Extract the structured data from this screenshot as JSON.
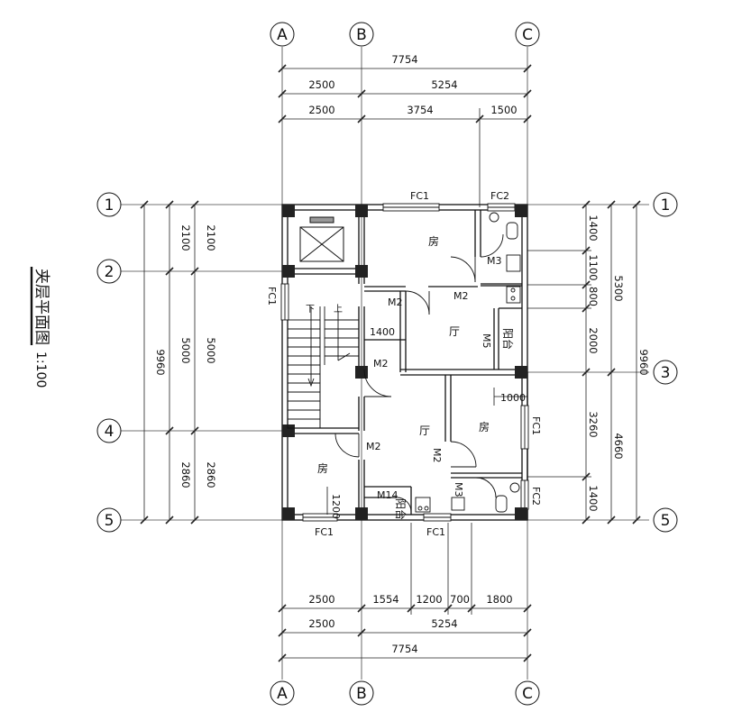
{
  "title": "夹层平面图",
  "scale": "1:100",
  "grid_columns": [
    "A",
    "B",
    "C"
  ],
  "grid_rows": [
    "1",
    "2",
    "3",
    "4",
    "5"
  ],
  "dims_top": {
    "total": "7754",
    "row2": [
      "2500",
      "5254"
    ],
    "row3": [
      "2500",
      "3754",
      "1500"
    ]
  },
  "dims_bottom": {
    "row1": [
      "2500",
      "1554",
      "1200",
      "700",
      "1800"
    ],
    "row2": [
      "2500",
      "5254"
    ],
    "total": "7754"
  },
  "dims_left": {
    "inner": [
      "2100",
      "5000",
      "2860"
    ],
    "mid": [
      "2100",
      "5000",
      "2860"
    ],
    "total": "9960"
  },
  "dims_right": {
    "inner": [
      "1400",
      "1100",
      "800",
      "2000",
      "3260",
      "1400"
    ],
    "mid": [
      "5300",
      "4660"
    ],
    "total": "9960"
  },
  "windows": {
    "fc1": "FC1",
    "fc2": "FC2"
  },
  "doors": {
    "m2": "M2",
    "m3": "M3",
    "m5": "M5",
    "m14": "M14"
  },
  "rooms": {
    "bedroom": "房",
    "hall": "厅",
    "balcony": "阳台"
  },
  "stairs": {
    "down": "下",
    "up": "上"
  },
  "inner_dims": {
    "d1400": "1400",
    "d1000": "1000",
    "d1200": "1200"
  }
}
